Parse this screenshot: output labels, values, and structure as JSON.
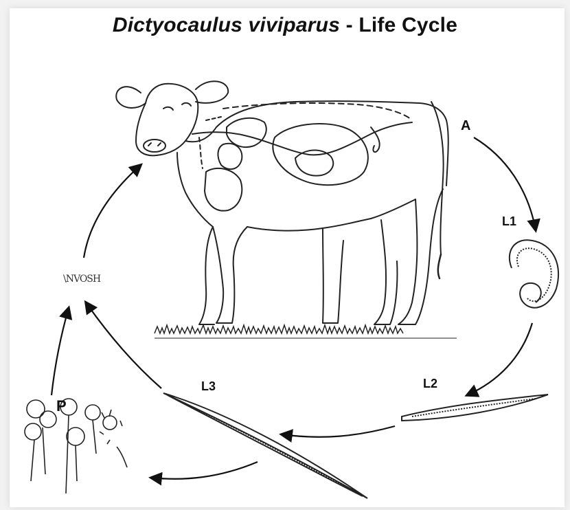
{
  "title": {
    "species": "Dictyocaulus viviparus",
    "separator": " - ",
    "rest": "Life Cycle"
  },
  "stages": {
    "adult": "A",
    "l1": "L1",
    "l2": "L2",
    "l3": "L3",
    "pilobolus": "P"
  },
  "scribble_label": "\\NVOSH"
}
